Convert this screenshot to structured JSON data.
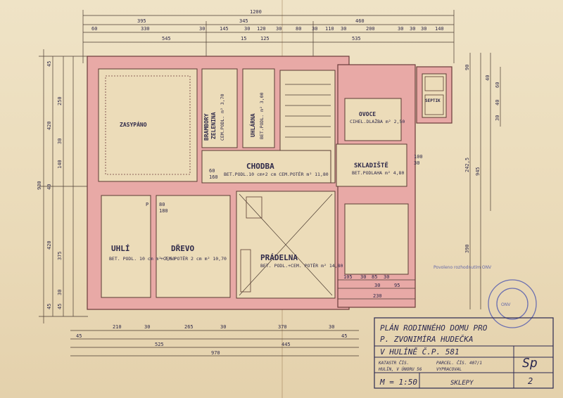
{
  "rooms": {
    "zasypano": "ZASYPÁNO",
    "brambory": "BRAMBORY",
    "zelenina": "ZELENINA",
    "brambory_sub": "CEM.PODL. m² 3,70",
    "uhlarna": "UHLÁRNA",
    "uhlarna_sub": "BET.PODL. m² 3,00",
    "chodba": "CHODBA",
    "chodba_sub": "BET.PODL.10 cm+2 cm CEM.POTĚR  m² 11,80",
    "ovoce": "OVOCE",
    "ovoce_sub": "CIHEL.DLAŽBA  m² 2,50",
    "skladiste": "SKLADIŠTĚ",
    "skladiste_sub": "BET.PODLAHA  m² 4,80",
    "uhli": "UHLÍ",
    "uhli_sub": "BET. PODL. 10 cm  m² 7,50",
    "drevo": "DŘEVO",
    "drevo_sub": "+CEM.POTĚR 2 cm  m² 10,70",
    "pradelna": "PRÁDELNA",
    "pradelna_sub": "BET. PODL.+CEM. POTĚR  m² 14,80",
    "septik": "SEPTIK"
  },
  "dims": {
    "top_total": "1200",
    "top_row2": [
      "395",
      "345",
      "460"
    ],
    "top_row3": [
      "60",
      "330",
      "30",
      "145",
      "30",
      "120",
      "30",
      "80",
      "30",
      "110",
      "30",
      "200",
      "30",
      "30",
      "30",
      "140"
    ],
    "top_row4": [
      "545",
      "15",
      "125",
      "535"
    ],
    "left_total": "930",
    "left_row": [
      "45",
      "420",
      "40",
      "420",
      "45"
    ],
    "left_inner": [
      "250",
      "30",
      "140",
      "375",
      "30",
      "45"
    ],
    "right_total": "945",
    "right_row": [
      "90",
      "242,5",
      "390"
    ],
    "right_inner": [
      "40",
      "60",
      "40",
      "30"
    ],
    "bottom_row1": [
      "210",
      "30",
      "265",
      "30",
      "370",
      "30",
      "105",
      "30",
      "85",
      "30",
      "30",
      "95",
      "230"
    ],
    "bottom_row2": [
      "45",
      "525",
      "445",
      "45"
    ],
    "bottom_total": "970",
    "door": [
      "P",
      "80",
      "180",
      "60",
      "160",
      "100",
      "30"
    ]
  },
  "title_block": {
    "line1": "PLÁN RODINNÉHO DOMU PRO",
    "line2": "P. ZVONIMÍRA HUDEČKA",
    "line3": "V HULÍNĚ Č.P. 581",
    "katastr": "KATASTR ČÍS.",
    "parcel": "PARCEL. ČÍS. 407/1",
    "hulin": "HULÍN, V ÚNORU 56",
    "vypracoval": "VYPRACOVAL",
    "scale": "M = 1:50",
    "sheet_name": "SKLEPY",
    "code": "Sp",
    "number": "2"
  },
  "stamp": {
    "text": "Povoleno rozhodnutím ONV",
    "circle": "ONV"
  }
}
